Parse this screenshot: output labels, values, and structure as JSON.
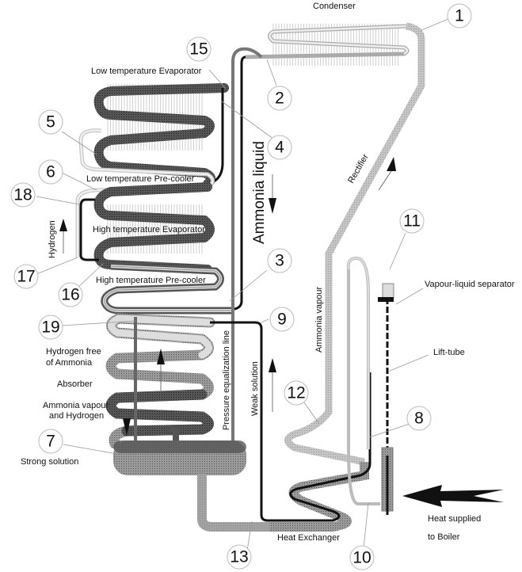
{
  "title": "Absorption refrigerator cycle diagram",
  "colors": {
    "dark_pipe": "#4a4a4a",
    "mid_pipe": "#8c8c8c",
    "light_pipe": "#c8c8c8",
    "black_line": "#111111",
    "fin": "#bbbbbb"
  },
  "labels": {
    "condenser": "Condenser",
    "low_temp_evaporator": "Low temperature Evaporator",
    "low_temp_precooler": "Low temperature Pre-cooler",
    "high_temp_evaporator": "High temperature Evaporator",
    "high_temp_precooler": "High temperature Pre-cooler",
    "ammonia_liquid": "Ammonia liquid",
    "rectifier": "Rectifier",
    "hydrogen": "Hydrogen",
    "hydrogen_free_line1": "Hydrogen free",
    "hydrogen_free_line2": "of Ammonia",
    "absorber": "Absorber",
    "ammonia_vapour_h2_line1": "Ammonia vapour",
    "ammonia_vapour_h2_line2": "and Hydrogen",
    "strong_solution": "Strong solution",
    "pressure_equalization_line": "Pressure equalization line",
    "weak_solution": "Weak solution",
    "ammonia_vapour": "Ammonia vapour",
    "vapour_liquid_separator": "Vapour-liquid separator",
    "lift_tube": "Lift-tube",
    "heat_exchanger": "Heat Exchanger",
    "heat_supplied_line1": "Heat supplied",
    "heat_supplied_line2": "to Boiler"
  },
  "markers": [
    "1",
    "2",
    "3",
    "4",
    "5",
    "6",
    "7",
    "8",
    "9",
    "10",
    "11",
    "12",
    "13",
    "15",
    "16",
    "17",
    "18",
    "19"
  ]
}
